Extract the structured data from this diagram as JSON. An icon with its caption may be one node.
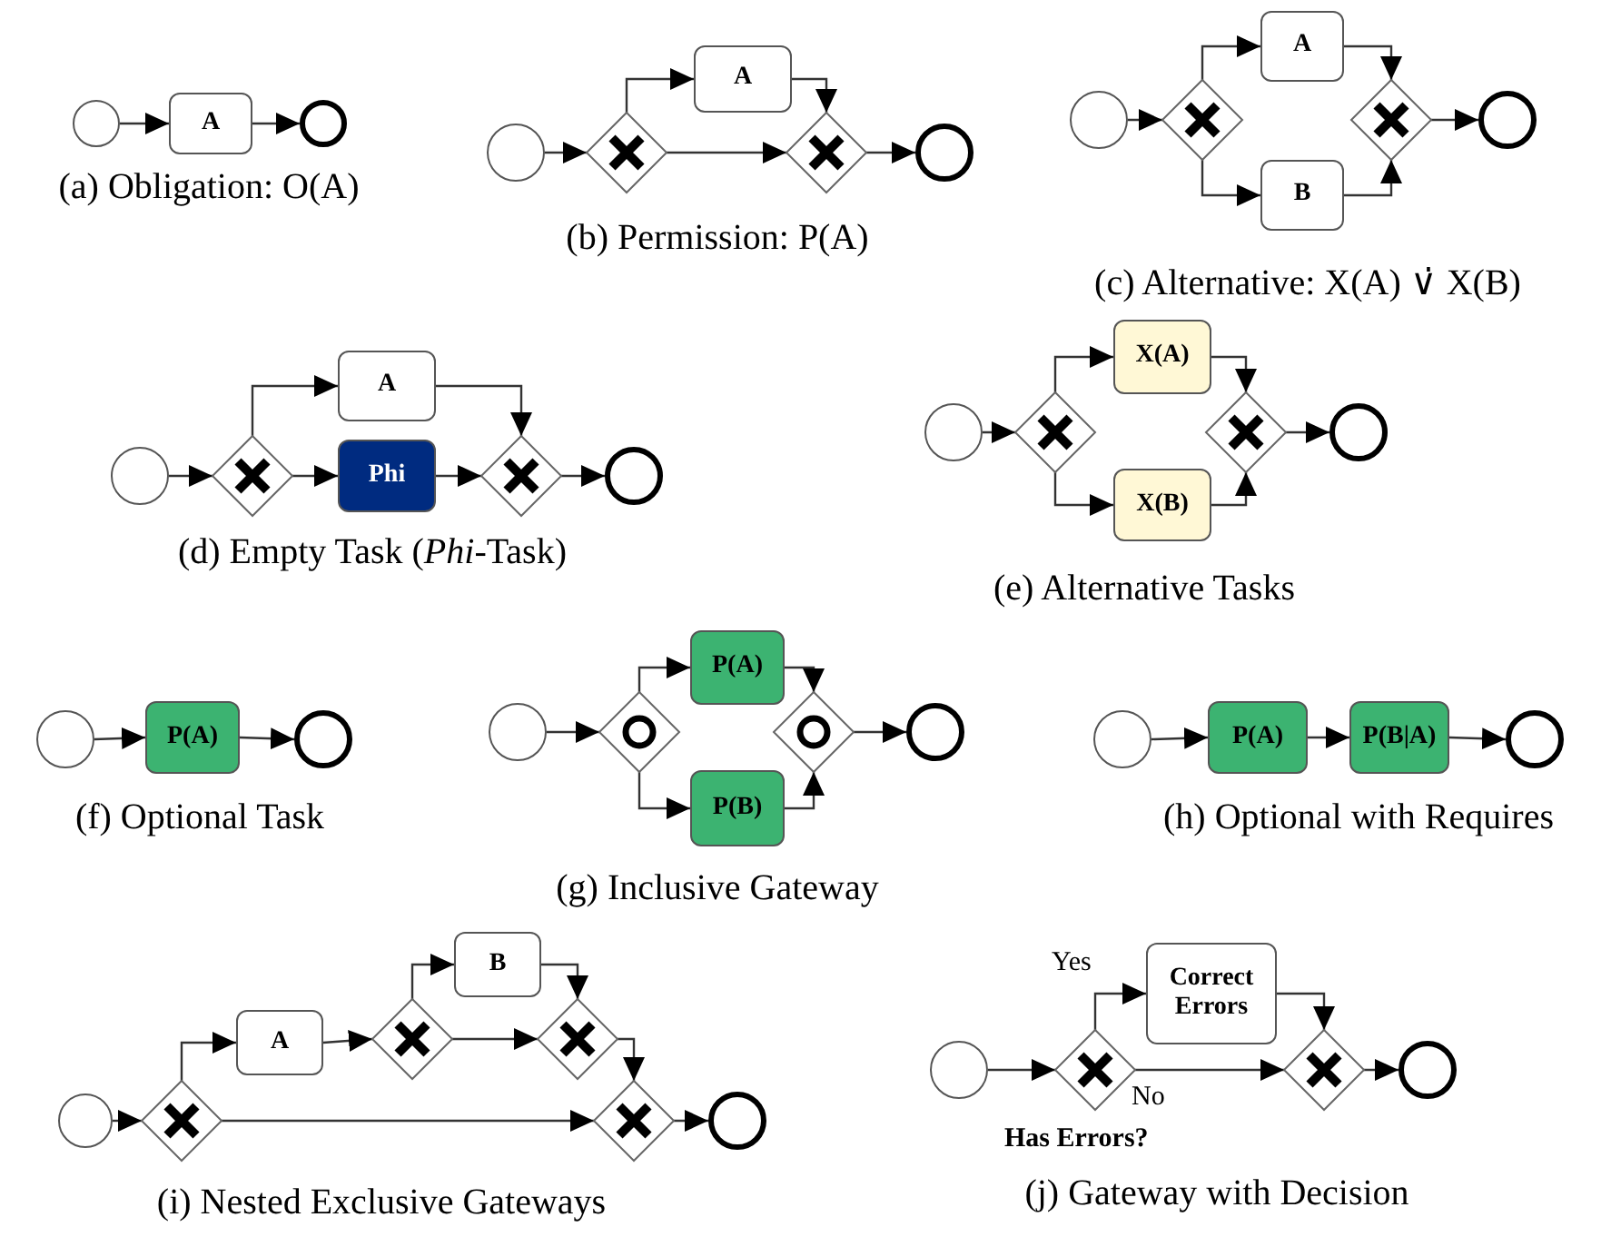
{
  "diagram": {
    "nodes": [
      {
        "text": [],
        "shape": "circle"
      },
      {
        "text": [
          "A"
        ]
      },
      {
        "text": [],
        "shape": "circle"
      },
      {
        "text": [],
        "shape": "circle"
      },
      {
        "text": [],
        "shape": "diamond"
      },
      {
        "text": [
          "A"
        ]
      },
      {
        "text": [],
        "shape": "diamond"
      },
      {
        "text": [],
        "shape": "circle"
      },
      {
        "text": [],
        "shape": "circle"
      },
      {
        "text": [],
        "shape": "diamond"
      },
      {
        "text": [
          "A"
        ]
      },
      {
        "text": [
          "B"
        ]
      },
      {
        "text": [],
        "shape": "diamond"
      },
      {
        "text": [],
        "shape": "circle"
      },
      {
        "text": [],
        "shape": "circle"
      },
      {
        "text": [],
        "shape": "diamond"
      },
      {
        "text": [
          "A"
        ]
      },
      {
        "text": [
          "Phi"
        ]
      },
      {
        "text": [],
        "shape": "diamond"
      },
      {
        "text": [],
        "shape": "circle"
      },
      {
        "text": [],
        "shape": "circle"
      },
      {
        "text": [],
        "shape": "diamond"
      },
      {
        "text": [
          "X(A)"
        ]
      },
      {
        "text": [
          "X(B)"
        ]
      },
      {
        "text": [],
        "shape": "diamond"
      },
      {
        "text": [],
        "shape": "circle"
      },
      {
        "text": [],
        "shape": "circle"
      },
      {
        "text": [
          "P(A)"
        ]
      },
      {
        "text": [],
        "shape": "circle"
      },
      {
        "text": [],
        "shape": "circle"
      },
      {
        "text": [],
        "shape": "diamond"
      },
      {
        "text": [
          "P(A)"
        ]
      },
      {
        "text": [
          "P(B)"
        ]
      },
      {
        "text": [],
        "shape": "diamond"
      },
      {
        "text": [],
        "shape": "circle"
      },
      {
        "text": [],
        "shape": "circle"
      },
      {
        "text": [
          "P(A)"
        ]
      },
      {
        "text": [
          "P(B|A)"
        ]
      },
      {
        "text": [],
        "shape": "circle"
      },
      {
        "text": [],
        "shape": "circle"
      },
      {
        "text": [],
        "shape": "diamond"
      },
      {
        "text": [
          "A"
        ]
      },
      {
        "text": [],
        "shape": "diamond"
      },
      {
        "text": [
          "B"
        ]
      },
      {
        "text": [],
        "shape": "diamond"
      },
      {
        "text": [],
        "shape": "diamond"
      },
      {
        "text": [],
        "shape": "circle"
      },
      {
        "text": [],
        "shape": "circle"
      },
      {
        "text": [],
        "shape": "diamond",
        "beside": [
          "Has Errors?"
        ]
      },
      {
        "text": [
          "Correct Errors"
        ]
      },
      {
        "text": [],
        "shape": "diamond"
      },
      {
        "text": [],
        "shape": "circle"
      }
    ],
    "edges": [
      {
        "from": 0,
        "to": 1,
        "arrow": "to"
      },
      {
        "from": 1,
        "to": 2,
        "arrow": "to"
      },
      {
        "from": 3,
        "to": 4,
        "arrow": "to"
      },
      {
        "from": 4,
        "to": 5,
        "arrow": "to"
      },
      {
        "from": 5,
        "to": 6,
        "arrow": "to"
      },
      {
        "from": 4,
        "to": 6,
        "arrow": "to"
      },
      {
        "from": 6,
        "to": 7,
        "arrow": "to"
      },
      {
        "from": 8,
        "to": 9,
        "arrow": "to"
      },
      {
        "from": 9,
        "to": 10,
        "arrow": "to"
      },
      {
        "from": 9,
        "to": 11,
        "arrow": "to"
      },
      {
        "from": 10,
        "to": 12,
        "arrow": "to"
      },
      {
        "from": 11,
        "to": 12,
        "arrow": "to"
      },
      {
        "from": 12,
        "to": 13,
        "arrow": "to"
      },
      {
        "from": 14,
        "to": 15,
        "arrow": "to"
      },
      {
        "from": 15,
        "to": 16,
        "arrow": "to"
      },
      {
        "from": 15,
        "to": 17,
        "arrow": "to"
      },
      {
        "from": 17,
        "to": 18,
        "arrow": "to"
      },
      {
        "from": 16,
        "to": 18,
        "arrow": "to"
      },
      {
        "from": 18,
        "to": 19,
        "arrow": "to"
      },
      {
        "from": 20,
        "to": 21,
        "arrow": "to"
      },
      {
        "from": 21,
        "to": 22,
        "arrow": "to"
      },
      {
        "from": 21,
        "to": 23,
        "arrow": "to"
      },
      {
        "from": 22,
        "to": 24,
        "arrow": "to"
      },
      {
        "from": 23,
        "to": 24,
        "arrow": "to"
      },
      {
        "from": 24,
        "to": 25,
        "arrow": "to"
      },
      {
        "from": 26,
        "to": 27,
        "arrow": "to"
      },
      {
        "from": 27,
        "to": 28,
        "arrow": "to"
      },
      {
        "from": 29,
        "to": 30,
        "arrow": "to"
      },
      {
        "from": 30,
        "to": 31,
        "arrow": "to"
      },
      {
        "from": 30,
        "to": 32,
        "arrow": "to"
      },
      {
        "from": 31,
        "to": 33,
        "arrow": "to"
      },
      {
        "from": 32,
        "to": 33,
        "arrow": "to"
      },
      {
        "from": 33,
        "to": 34,
        "arrow": "to"
      },
      {
        "from": 35,
        "to": 36,
        "arrow": "to"
      },
      {
        "from": 36,
        "to": 37,
        "arrow": "to"
      },
      {
        "from": 37,
        "to": 38,
        "arrow": "to"
      },
      {
        "from": 39,
        "to": 40,
        "arrow": "to"
      },
      {
        "from": 40,
        "to": 41,
        "arrow": "to"
      },
      {
        "from": 41,
        "to": 42,
        "arrow": "to"
      },
      {
        "from": 42,
        "to": 43,
        "arrow": "to"
      },
      {
        "from": 42,
        "to": 44,
        "arrow": "to"
      },
      {
        "from": 43,
        "to": 44,
        "arrow": "to"
      },
      {
        "from": 44,
        "to": 45,
        "arrow": "to"
      },
      {
        "from": 40,
        "to": 45,
        "arrow": "to"
      },
      {
        "from": 45,
        "to": 46,
        "arrow": "to"
      },
      {
        "from": 47,
        "to": 48,
        "arrow": "to"
      },
      {
        "from": 48,
        "to": 49,
        "label": "Yes",
        "arrow": "to"
      },
      {
        "from": 48,
        "to": 50,
        "label": "No",
        "arrow": "to"
      },
      {
        "from": 49,
        "to": 50,
        "arrow": "to"
      },
      {
        "from": 50,
        "to": 51,
        "arrow": "to"
      }
    ],
    "labels": [
      "(a) Obligation: O(A)",
      "(b) Permission: P(A)",
      "(c) Alternative: X(A) ∨̇ X(B)",
      "(d) Empty Task (*Phi*-Task)",
      "(e) Alternative Tasks",
      "(f) Optional Task",
      "(h) Optional with Requires",
      "(g) Inclusive Gateway",
      "(i) Nested Exclusive Gateways",
      "(j) Gateway with Decision"
    ]
  }
}
